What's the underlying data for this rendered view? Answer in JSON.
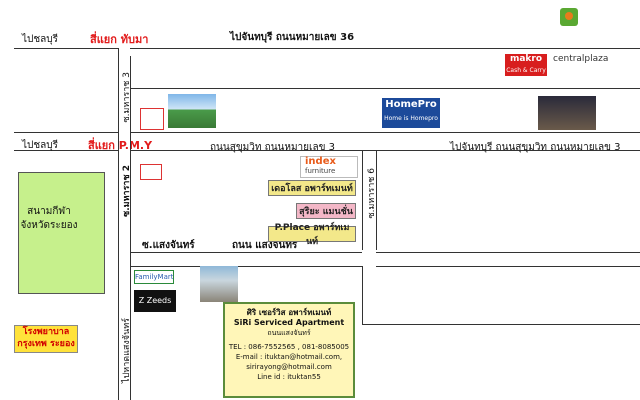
{
  "roads": {
    "top_left_label": "ไปชลบุรี",
    "top_junction": "สี่แยก ทับมา",
    "top_road": "ไปจันทบุรี ถนนหมายเลข 36",
    "mid_left_label": "ไปชลบุรี",
    "mid_junction": "สี่แยก P.M.Y",
    "mid_road": "ถนนสุขุมวิท ถนนหมายเลข 3",
    "mid_right_road": "ไปจันทบุรี ถนนสุขุมวิท ถนนหมายเลข 3",
    "soi_3": "ซ.มหาราช 3",
    "soi_2": "ซ.มหาราช 2",
    "soi_6": "ซ.มหาราช 6",
    "soi_saengchan": "ซ.แสงจันทร์",
    "road_saengchan": "ถนน แสงจันทร์",
    "to_saengchan": "ไปหาดแสงจันทร์"
  },
  "places": {
    "stadium": "สนามกีฬาจังหวัดระยอง",
    "hospital": "โรงพยาบาลกรุงเทพ ระยอง",
    "makro": "makro",
    "makro_sub": "Cash & Carry",
    "central": "centralplaza",
    "homepro": "HomePro",
    "homepro_sub": "Home is Homepro",
    "index": "index",
    "index_sub": "furniture",
    "place1": "เดอโลส อพาร์ทเมนท์",
    "place2": "สุริยะ แมนชั่น",
    "place3": "P.Place อพาร์ทเมนท์",
    "familymart": "FamilyMart",
    "zhotel": "Z Zeeds"
  },
  "siri": {
    "name_th": "ศิริ เซอร์วิส อพาร์ทเมนท์",
    "name_en": "SiRi Serviced Apartment",
    "road": "ถนนแสงจันทร์",
    "tel": "TEL : 086-7552565 , 081-8085005",
    "email1": "E-mail : ituktan@hotmail.com,",
    "email2": "sirirayong@hotmail.com",
    "line": "Line id : ituktan55"
  },
  "colors": {
    "junction": "#e21b1b",
    "stadium": "#c6f08c",
    "yellow": "#f3e88a",
    "pink": "#f3b7c7"
  }
}
